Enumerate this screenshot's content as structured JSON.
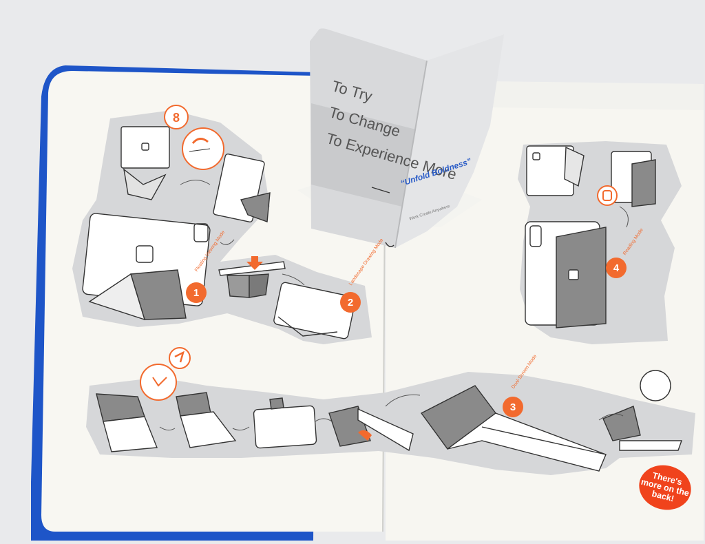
{
  "card": {
    "lines": [
      "To Try",
      "To Change",
      "To Experience More"
    ],
    "slogan": "“Unfold Boldness”",
    "tagline": "Work Create Anywhere"
  },
  "modes": [
    {
      "number": "1",
      "label": "Floating Viewing Mode"
    },
    {
      "number": "2",
      "label": "Landscape Drawing Mode"
    },
    {
      "number": "3",
      "label": "Dual-Screen Mode"
    },
    {
      "number": "4",
      "label": "Reading Mode"
    }
  ],
  "back_note": "There's more on the back!",
  "colors": {
    "accent": "#f26a2e",
    "booklet_cover": "#1e55c8",
    "panel": "#d6d7d9",
    "page": "#f7f6f1"
  }
}
